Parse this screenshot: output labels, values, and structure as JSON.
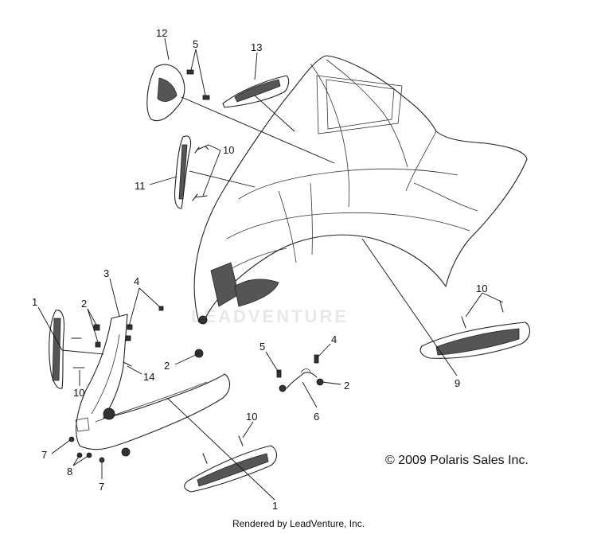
{
  "labels": [
    {
      "id": "12",
      "text": "12"
    },
    {
      "id": "5a",
      "text": "5"
    },
    {
      "id": "13",
      "text": "13"
    },
    {
      "id": "10a",
      "text": "10"
    },
    {
      "id": "11",
      "text": "11"
    },
    {
      "id": "3",
      "text": "3"
    },
    {
      "id": "4a",
      "text": "4"
    },
    {
      "id": "1a",
      "text": "1"
    },
    {
      "id": "2a",
      "text": "2"
    },
    {
      "id": "2b",
      "text": "2"
    },
    {
      "id": "14",
      "text": "14"
    },
    {
      "id": "10b",
      "text": "10"
    },
    {
      "id": "5b",
      "text": "5"
    },
    {
      "id": "4b",
      "text": "4"
    },
    {
      "id": "2c",
      "text": "2"
    },
    {
      "id": "6",
      "text": "6"
    },
    {
      "id": "10c",
      "text": "10"
    },
    {
      "id": "9",
      "text": "9"
    },
    {
      "id": "10d",
      "text": "10"
    },
    {
      "id": "7a",
      "text": "7"
    },
    {
      "id": "8",
      "text": "8"
    },
    {
      "id": "7b",
      "text": "7"
    },
    {
      "id": "1b",
      "text": "1"
    }
  ],
  "watermark": "LEADVENTURE",
  "copyright": "© 2009 Polaris Sales Inc.",
  "footer": "Rendered by LeadVenture, Inc."
}
